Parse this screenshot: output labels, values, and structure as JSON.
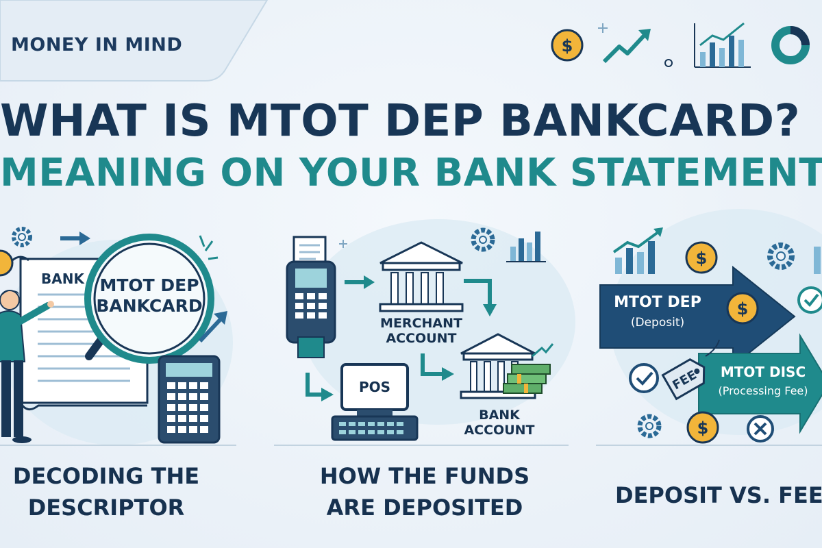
{
  "brand": "MONEY IN MIND",
  "title": {
    "line1": "WHAT IS MTOT DEP BANKCARD?",
    "line2": "MEANING ON YOUR BANK STATEMENT"
  },
  "panels": {
    "decode": {
      "doc_label": "BANK",
      "magnifier_line1": "MTOT DEP",
      "magnifier_line2": "BANKCARD",
      "caption_line1": "DECODING THE",
      "caption_line2": "DESCRIPTOR"
    },
    "flow": {
      "merchant_line1": "MERCHANT",
      "merchant_line2": "ACCOUNT",
      "pos_label": "POS",
      "bank_line1": "BANK",
      "bank_line2": "ACCOUNT",
      "caption_line1": "HOW THE FUNDS",
      "caption_line2": "ARE DEPOSITED"
    },
    "compare": {
      "deposit_line1": "MTOT DEP",
      "deposit_line2": "(Deposit)",
      "fee_tag": "FEE",
      "disc_line1": "MTOT DISC",
      "disc_line2": "(Processing Fee)",
      "caption": "DEPOSIT VS. FEE"
    }
  },
  "icons": [
    "coin-icon",
    "trend-arrow-icon",
    "bar-chart-icon",
    "donut-chart-icon",
    "gear-icon",
    "sparkle-icon",
    "card-terminal-icon",
    "bank-icon",
    "pos-register-icon",
    "cash-stack-icon",
    "calculator-icon",
    "check-icon",
    "x-icon",
    "fee-tag-icon",
    "person-icon",
    "magnifier-icon"
  ],
  "colors": {
    "navy": "#183656",
    "teal": "#1f8a8c",
    "gold": "#f2b53a",
    "light_blue": "#cfe3ef",
    "accent_blue": "#2b6a96"
  }
}
